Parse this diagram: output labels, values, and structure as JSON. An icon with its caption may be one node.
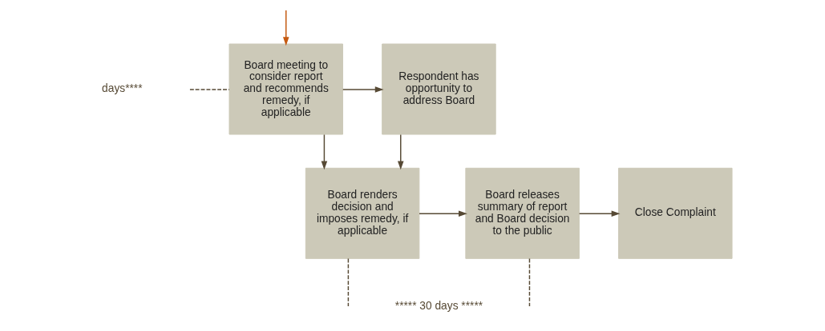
{
  "diagram": {
    "nodes": [
      {
        "text": [
          "Board meeting to consider report and recommends remedy, if applicable"
        ]
      },
      {
        "text": [
          "Respondent has opportunity to address Board"
        ]
      },
      {
        "text": [
          "Board renders decision and imposes remedy, if applicable"
        ]
      },
      {
        "text": [
          "Board releases summary of report and Board decision to the public"
        ]
      },
      {
        "text": [
          "Close Complaint"
        ]
      }
    ],
    "edges": [
      {
        "from": null,
        "to": 0,
        "arrow": "none",
        "style": "dashed"
      },
      {
        "from": null,
        "to": 0,
        "arrow": "to",
        "color": "#c55a11"
      },
      {
        "from": 0,
        "to": 1,
        "arrow": "to"
      },
      {
        "from": 0,
        "to": 2,
        "arrow": "to"
      },
      {
        "from": 1,
        "to": 2,
        "arrow": "to"
      },
      {
        "from": 2,
        "to": 3,
        "arrow": "to"
      },
      {
        "from": 3,
        "to": 4,
        "arrow": "to"
      },
      {
        "from": 2,
        "to": null,
        "arrow": "none",
        "style": "dashed"
      },
      {
        "from": 3,
        "to": null,
        "arrow": "none",
        "style": "dashed"
      }
    ],
    "labels": [
      "days****",
      "***** 30 days *****"
    ]
  }
}
